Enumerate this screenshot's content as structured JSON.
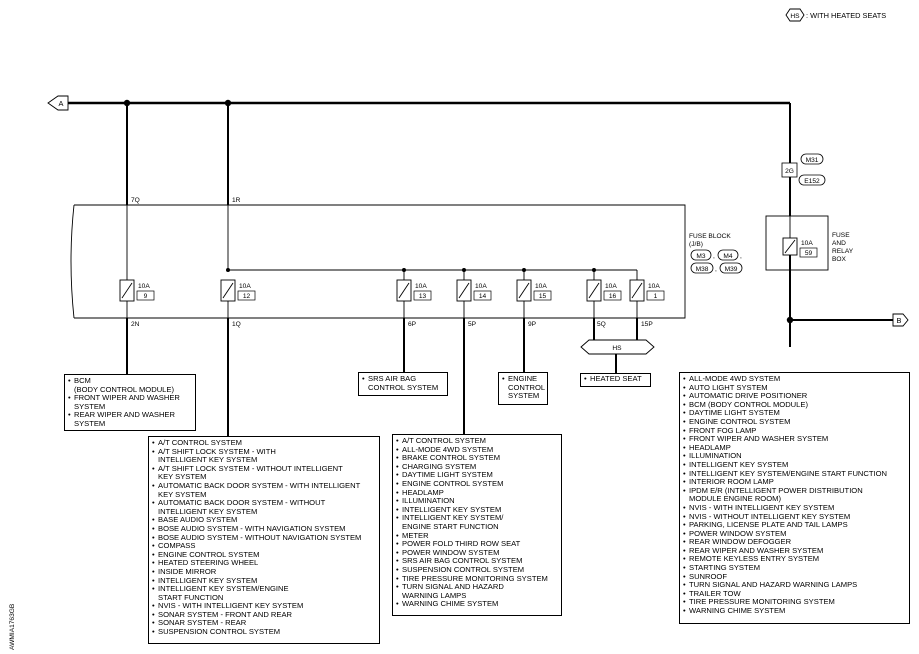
{
  "legend": {
    "code": "HS",
    "text": ": WITH HEATED SEATS"
  },
  "connectors": {
    "a": "A",
    "b": "B"
  },
  "fuse_block": {
    "line1": "FUSE BLOCK",
    "line2": "(J/B)",
    "conn1": "M3",
    "conn2": "M4",
    "conn3": "M38",
    "conn4": "M39"
  },
  "relay_box": {
    "line1": "FUSE",
    "line2": "AND",
    "line3": "RELAY",
    "line4": "BOX",
    "pin": "2G",
    "conn1": "M31",
    "conn2": "E152",
    "fuse_amp": "10A",
    "fuse_no": "59"
  },
  "fuses": [
    {
      "amp": "10A",
      "no": "9",
      "in_pin": "7Q",
      "out_pin": "2N"
    },
    {
      "amp": "10A",
      "no": "12",
      "in_pin": "1R",
      "out_pin": "1Q"
    },
    {
      "amp": "10A",
      "no": "13",
      "out_pin": "6P"
    },
    {
      "amp": "10A",
      "no": "14",
      "out_pin": "5P"
    },
    {
      "amp": "10A",
      "no": "15",
      "out_pin": "9P"
    },
    {
      "amp": "10A",
      "no": "16",
      "out_pin": "5Q"
    },
    {
      "amp": "10A",
      "no": "1",
      "out_pin": "15P"
    }
  ],
  "hs_tag": "HS",
  "boxes": {
    "bcm": [
      "BCM",
      "(BODY CONTROL MODULE)",
      "FRONT WIPER AND WASHER",
      "SYSTEM",
      "REAR WIPER AND WASHER",
      "SYSTEM"
    ],
    "fuse12": [
      "A/T CONTROL SYSTEM",
      "A/T SHIFT LOCK SYSTEM - WITH",
      "INTELLIGENT KEY SYSTEM",
      "A/T SHIFT LOCK SYSTEM - WITHOUT INTELLIGENT",
      "KEY SYSTEM",
      "AUTOMATIC BACK DOOR SYSTEM - WITH INTELLIGENT",
      "KEY SYSTEM",
      "AUTOMATIC BACK DOOR SYSTEM - WITHOUT",
      "INTELLIGENT KEY SYSTEM",
      "BASE AUDIO SYSTEM",
      "BOSE AUDIO SYSTEM - WITH NAVIGATION SYSTEM",
      "BOSE AUDIO SYSTEM - WITHOUT NAVIGATION SYSTEM",
      "COMPASS",
      "ENGINE CONTROL SYSTEM",
      "HEATED STEERING WHEEL",
      "INSIDE MIRROR",
      "INTELLIGENT KEY SYSTEM",
      "INTELLIGENT KEY SYSTEM/ENGINE",
      "START FUNCTION",
      "NVIS - WITH INTELLIGENT KEY SYSTEM",
      "SONAR SYSTEM - FRONT AND REAR",
      "SONAR SYSTEM - REAR",
      "SUSPENSION CONTROL SYSTEM"
    ],
    "srs": [
      "SRS AIR BAG",
      "CONTROL SYSTEM"
    ],
    "fuse14": [
      "A/T CONTROL SYSTEM",
      "ALL-MODE 4WD SYSTEM",
      "BRAKE CONTROL SYSTEM",
      "CHARGING SYSTEM",
      "DAYTIME LIGHT SYSTEM",
      "ENGINE CONTROL SYSTEM",
      "HEADLAMP",
      "ILLUMINATION",
      "INTELLIGENT KEY SYSTEM",
      "INTELLIGENT KEY SYSTEM/",
      "ENGINE START FUNCTION",
      "METER",
      "POWER FOLD THIRD ROW SEAT",
      "POWER WINDOW SYSTEM",
      "SRS AIR BAG CONTROL SYSTEM",
      "SUSPENSION CONTROL SYSTEM",
      "TIRE PRESSURE MONITORING SYSTEM",
      "TURN SIGNAL AND HAZARD",
      "WARNING LAMPS",
      "WARNING CHIME SYSTEM"
    ],
    "engine": [
      "ENGINE",
      "CONTROL",
      "SYSTEM"
    ],
    "heated_seat": [
      "HEATED SEAT"
    ],
    "relay": [
      "ALL-MODE 4WD SYSTEM",
      "AUTO LIGHT SYSTEM",
      "AUTOMATIC DRIVE POSITIONER",
      "BCM (BODY CONTROL MODULE)",
      "DAYTIME LIGHT SYSTEM",
      "ENGINE CONTROL SYSTEM",
      "FRONT FOG LAMP",
      "FRONT WIPER AND WASHER SYSTEM",
      "HEADLAMP",
      "ILLUMINATION",
      "INTELLIGENT KEY SYSTEM",
      "INTELLIGENT KEY SYSTEM/ENGINE START FUNCTION",
      "INTERIOR ROOM LAMP",
      "IPDM E/R (INTELLIGENT POWER DISTRIBUTION",
      "MODULE ENGINE ROOM)",
      "NVIS - WITH INTELLIGENT KEY SYSTEM",
      "NVIS - WITHOUT INTELLIGENT KEY SYSTEM",
      "PARKING, LICENSE PLATE AND TAIL LAMPS",
      "POWER WINDOW SYSTEM",
      "REAR WINDOW DEFOGGER",
      "REAR WIPER AND WASHER SYSTEM",
      "REMOTE KEYLESS ENTRY SYSTEM",
      "STARTING SYSTEM",
      "SUNROOF",
      "TURN SIGNAL AND HAZARD WARNING LAMPS",
      "TRAILER TOW",
      "TIRE PRESSURE MONITORING SYSTEM",
      "WARNING CHIME SYSTEM"
    ]
  },
  "boxes_bullets": {
    "bcm": [
      true,
      false,
      true,
      false,
      true,
      false
    ],
    "fuse12": [
      true,
      true,
      false,
      true,
      false,
      true,
      false,
      true,
      false,
      true,
      true,
      true,
      true,
      true,
      true,
      true,
      true,
      true,
      false,
      true,
      true,
      true,
      true
    ],
    "srs": [
      true,
      false
    ],
    "fuse14": [
      true,
      true,
      true,
      true,
      true,
      true,
      true,
      true,
      true,
      true,
      false,
      true,
      true,
      true,
      true,
      true,
      true,
      true,
      false,
      true
    ],
    "engine": [
      true,
      false,
      false
    ],
    "heated_seat": [
      true
    ],
    "relay": [
      true,
      true,
      true,
      true,
      true,
      true,
      true,
      true,
      true,
      true,
      true,
      true,
      true,
      true,
      false,
      true,
      true,
      true,
      true,
      true,
      true,
      true,
      true,
      true,
      true,
      true,
      true,
      true
    ]
  },
  "figure_id": "AWMIA1763GB"
}
